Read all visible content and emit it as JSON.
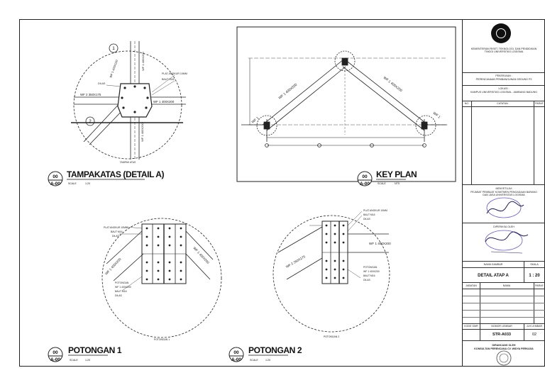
{
  "drawings": {
    "detail_a": {
      "num": "00",
      "sheet": "A-00",
      "title": "TAMPAKATAS (DETAIL A)",
      "scale_label": "SCALE",
      "scale_value": "1:20",
      "caption": "TAMPAK ATAS",
      "notes": [
        "WF 1 400X200",
        "WF 1 400X200",
        "WF 2 350X175",
        "WF 1 400X200",
        "WF 1 400X200",
        "PLAT ANGKUR 10MM",
        "BAUT M16",
        "DILAS"
      ],
      "markers": [
        "1",
        "2"
      ]
    },
    "key_plan": {
      "num": "00",
      "sheet": "A-00",
      "title": "KEY PLAN",
      "scale_label": "SCALE",
      "scale_value": "NTS",
      "notes": [
        "WF 1 400X200",
        "WF 1 400X200",
        "WF 1",
        "WF 1"
      ]
    },
    "potongan_1": {
      "num": "00",
      "sheet": "A-00",
      "title": "POTONGAN 1",
      "scale_label": "SCALE",
      "scale_value": "1:20",
      "caption": "POTONGAN 1",
      "notes": [
        "WF 1 400X200",
        "WF 1 400X200",
        "PLAT ANGKUR 10MM",
        "BAUT M16",
        "DILAS",
        "POTONGAN",
        "WF 1 400X200",
        "BAUT M16",
        "DILAS"
      ]
    },
    "potongan_2": {
      "num": "00",
      "sheet": "A-00",
      "title": "POTONGAN 2",
      "scale_label": "SCALE",
      "scale_value": "1:20",
      "caption": "POTONGAN 2",
      "notes": [
        "WF 2 350X175",
        "WF 1 400X200",
        "PLAT ANGKUR 10MM",
        "BAUT M16",
        "DILAS",
        "POTONGAN",
        "WF 1 400X200",
        "BAUT M16",
        "DILAS"
      ]
    }
  },
  "title_block": {
    "institution": "KEMENTERIAN RISET, TEKNOLOGI, DAN PENDIDIKAN TINGGI UNIVERSITAS LOGISMA",
    "pekerjaan_label": "PEKERJAAN :",
    "pekerjaan": "PERENCANAAN PEMBANGUNAN GEDUNG P3",
    "lokasi_label": "LOKASI :",
    "lokasi": "KAMPUS UNIVERSITAS LOGISMA - JAMBANG BADUNG",
    "table_headers": [
      "NO.",
      "CATATAN",
      "PARAF"
    ],
    "menyetujui_label": "MENYETUJUI",
    "menyetujui": "PEJABAT PEMBUAT KOMITMEN PENGADAAN BARANG DAN JASA UNIVERSITAS LOGISMA",
    "mengetahui_label": "DIPERIKSA OLEH",
    "nama_gambar_label": "NAMA GAMBAR",
    "skala_label": "SKALA",
    "nama_gambar": "DETAIL ATAP A",
    "skala": "1 : 20",
    "jabatan_label": "JABATAN",
    "nama_label": "NAMA",
    "paraf_label": "PARAF",
    "kode_label": "KODE GMR",
    "nomor_label": "NOMOR LEMBAR",
    "jumlah_label": "JLH LEMBAR",
    "kode": "STR-A033",
    "jumlah": "02",
    "consultant_label": "DIRANCANG OLEH",
    "consultant": "KONSULTAN PERENCANA CV. WIDYA PERKASA"
  }
}
